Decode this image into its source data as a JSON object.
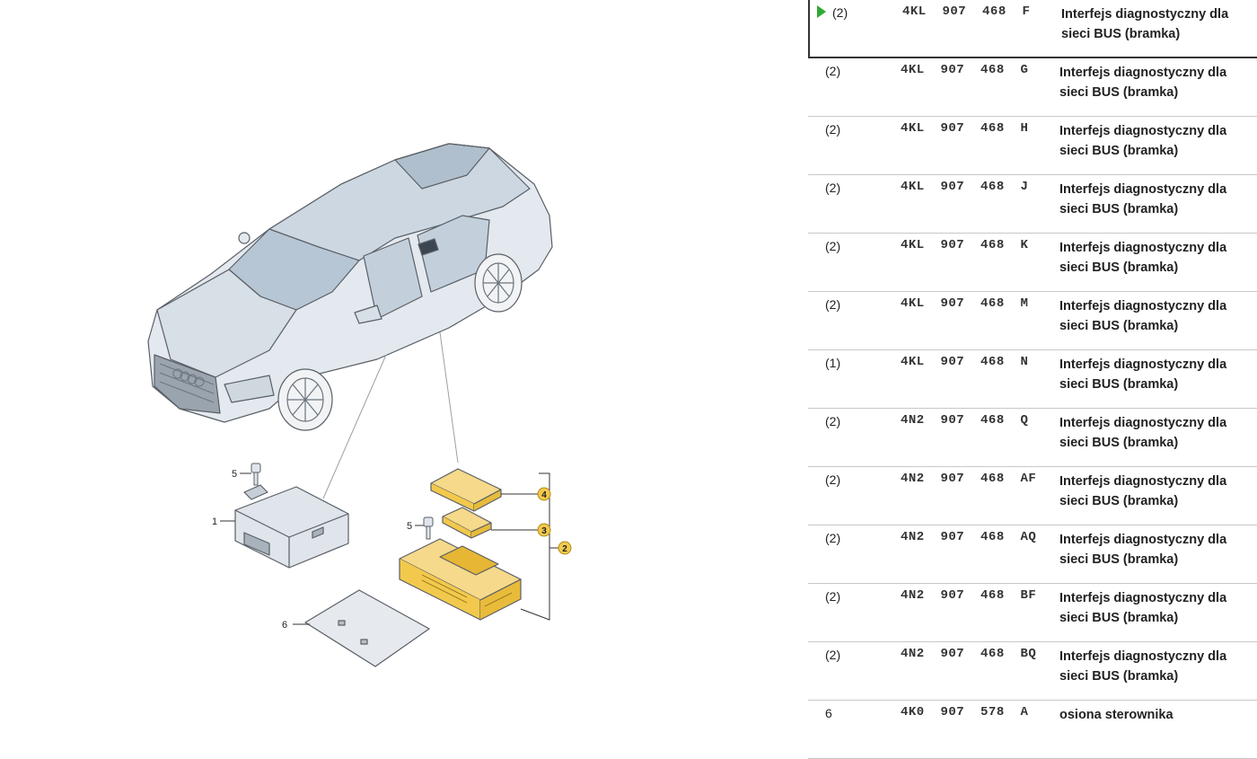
{
  "diagram": {
    "callouts": [
      "1",
      "2",
      "3",
      "4",
      "5",
      "5",
      "6"
    ],
    "colors": {
      "highlight": "#f2c94c",
      "car_body": "#dfe6ee",
      "glass": "#b9c8d6",
      "outline": "#5a5f66"
    }
  },
  "parts_list": {
    "selected_row": 0,
    "rows": [
      {
        "qty": "(2)",
        "part_number": "4KL  907  468  F",
        "description": "Interfejs diagnostyczny dla sieci BUS (bramka)"
      },
      {
        "qty": "(2)",
        "part_number": "4KL  907  468  G",
        "description": "Interfejs diagnostyczny dla sieci BUS (bramka)"
      },
      {
        "qty": "(2)",
        "part_number": "4KL  907  468  H",
        "description": "Interfejs diagnostyczny dla sieci BUS (bramka)"
      },
      {
        "qty": "(2)",
        "part_number": "4KL  907  468  J",
        "description": "Interfejs diagnostyczny dla sieci BUS (bramka)"
      },
      {
        "qty": "(2)",
        "part_number": "4KL  907  468  K",
        "description": "Interfejs diagnostyczny dla sieci BUS (bramka)"
      },
      {
        "qty": "(2)",
        "part_number": "4KL  907  468  M",
        "description": "Interfejs diagnostyczny dla sieci BUS (bramka)"
      },
      {
        "qty": "(1)",
        "part_number": "4KL  907  468  N",
        "description": "Interfejs diagnostyczny dla sieci BUS (bramka)"
      },
      {
        "qty": "(2)",
        "part_number": "4N2  907  468  Q",
        "description": "Interfejs diagnostyczny dla sieci BUS (bramka)"
      },
      {
        "qty": "(2)",
        "part_number": "4N2  907  468  AF",
        "description": "Interfejs diagnostyczny dla sieci BUS (bramka)"
      },
      {
        "qty": "(2)",
        "part_number": "4N2  907  468  AQ",
        "description": "Interfejs diagnostyczny dla sieci BUS (bramka)"
      },
      {
        "qty": "(2)",
        "part_number": "4N2  907  468  BF",
        "description": "Interfejs diagnostyczny dla sieci BUS (bramka)"
      },
      {
        "qty": "(2)",
        "part_number": "4N2  907  468  BQ",
        "description": "Interfejs diagnostyczny dla sieci BUS (bramka)"
      },
      {
        "qty": "6",
        "part_number": "4K0  907  578  A",
        "description": "osiona sterownika"
      }
    ]
  }
}
